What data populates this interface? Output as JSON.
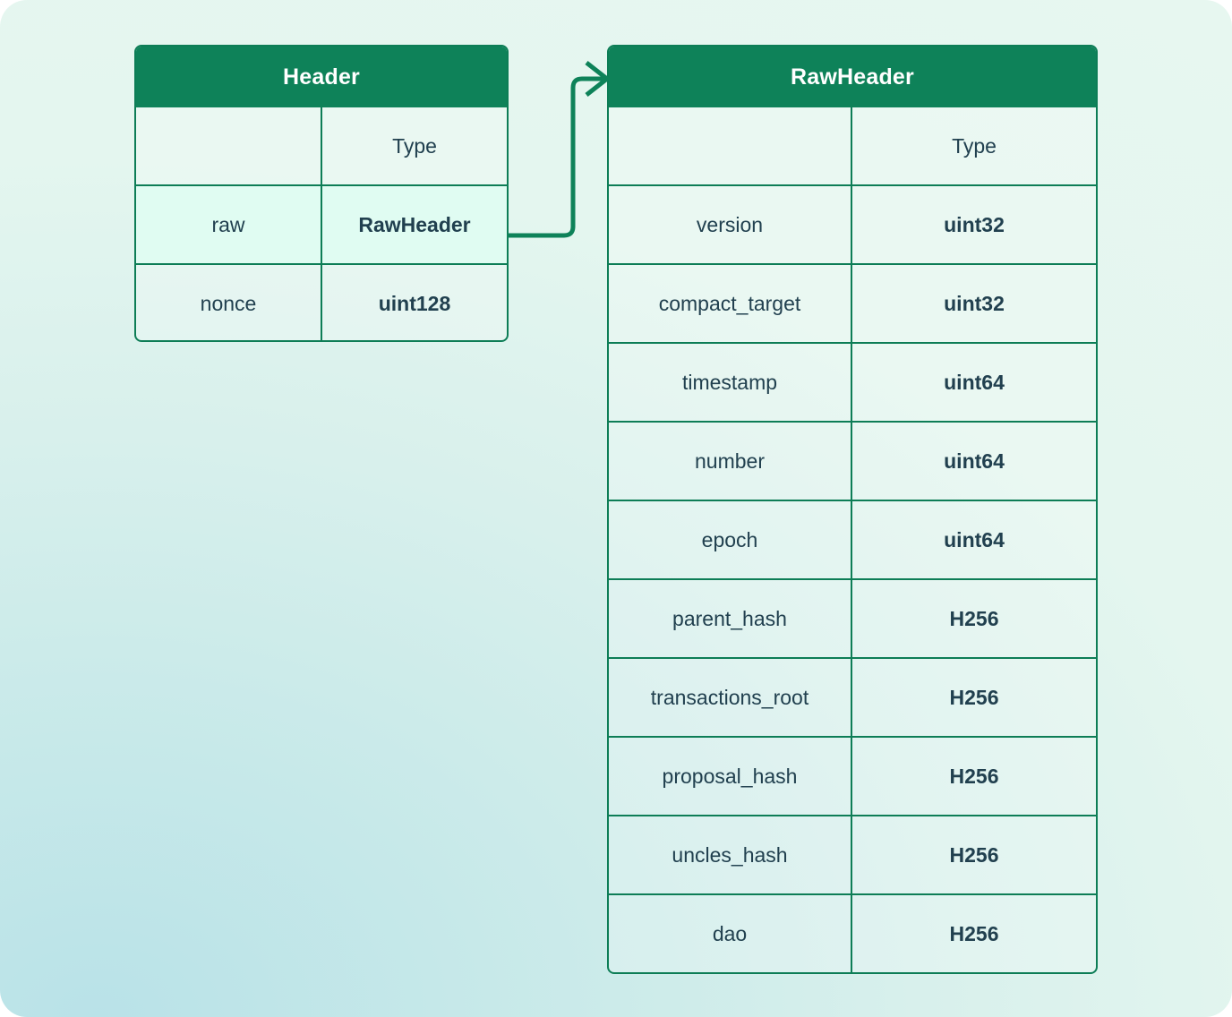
{
  "diagram": {
    "type": "entity-relationship",
    "background": {
      "from_color": "#b9e2e8",
      "to_color": "#e7f7f0"
    },
    "accent_color": "#0e8259",
    "border_color": "#0d7d56",
    "text_color": "#21404f",
    "highlight_row_color": "#e0fcf2"
  },
  "tables": [
    {
      "id": "header",
      "title": "Header",
      "columns": {
        "name": "",
        "type": "Type"
      },
      "rows": [
        {
          "name": "raw",
          "type": "RawHeader",
          "highlighted": true
        },
        {
          "name": "nonce",
          "type": "uint128",
          "highlighted": false
        }
      ]
    },
    {
      "id": "rawheader",
      "title": "RawHeader",
      "columns": {
        "name": "",
        "type": "Type"
      },
      "rows": [
        {
          "name": "version",
          "type": "uint32",
          "highlighted": false
        },
        {
          "name": "compact_target",
          "type": "uint32",
          "highlighted": false
        },
        {
          "name": "timestamp",
          "type": "uint64",
          "highlighted": false
        },
        {
          "name": "number",
          "type": "uint64",
          "highlighted": false
        },
        {
          "name": "epoch",
          "type": "uint64",
          "highlighted": false
        },
        {
          "name": "parent_hash",
          "type": "H256",
          "highlighted": false
        },
        {
          "name": "transactions_root",
          "type": "H256",
          "highlighted": false
        },
        {
          "name": "proposal_hash",
          "type": "H256",
          "highlighted": false
        },
        {
          "name": "uncles_hash",
          "type": "H256",
          "highlighted": false
        },
        {
          "name": "dao",
          "type": "H256",
          "highlighted": false
        }
      ]
    }
  ],
  "connector": {
    "from": "header.raw",
    "to": "rawheader",
    "style": "elbow-arrow",
    "color": "#0e8259"
  }
}
